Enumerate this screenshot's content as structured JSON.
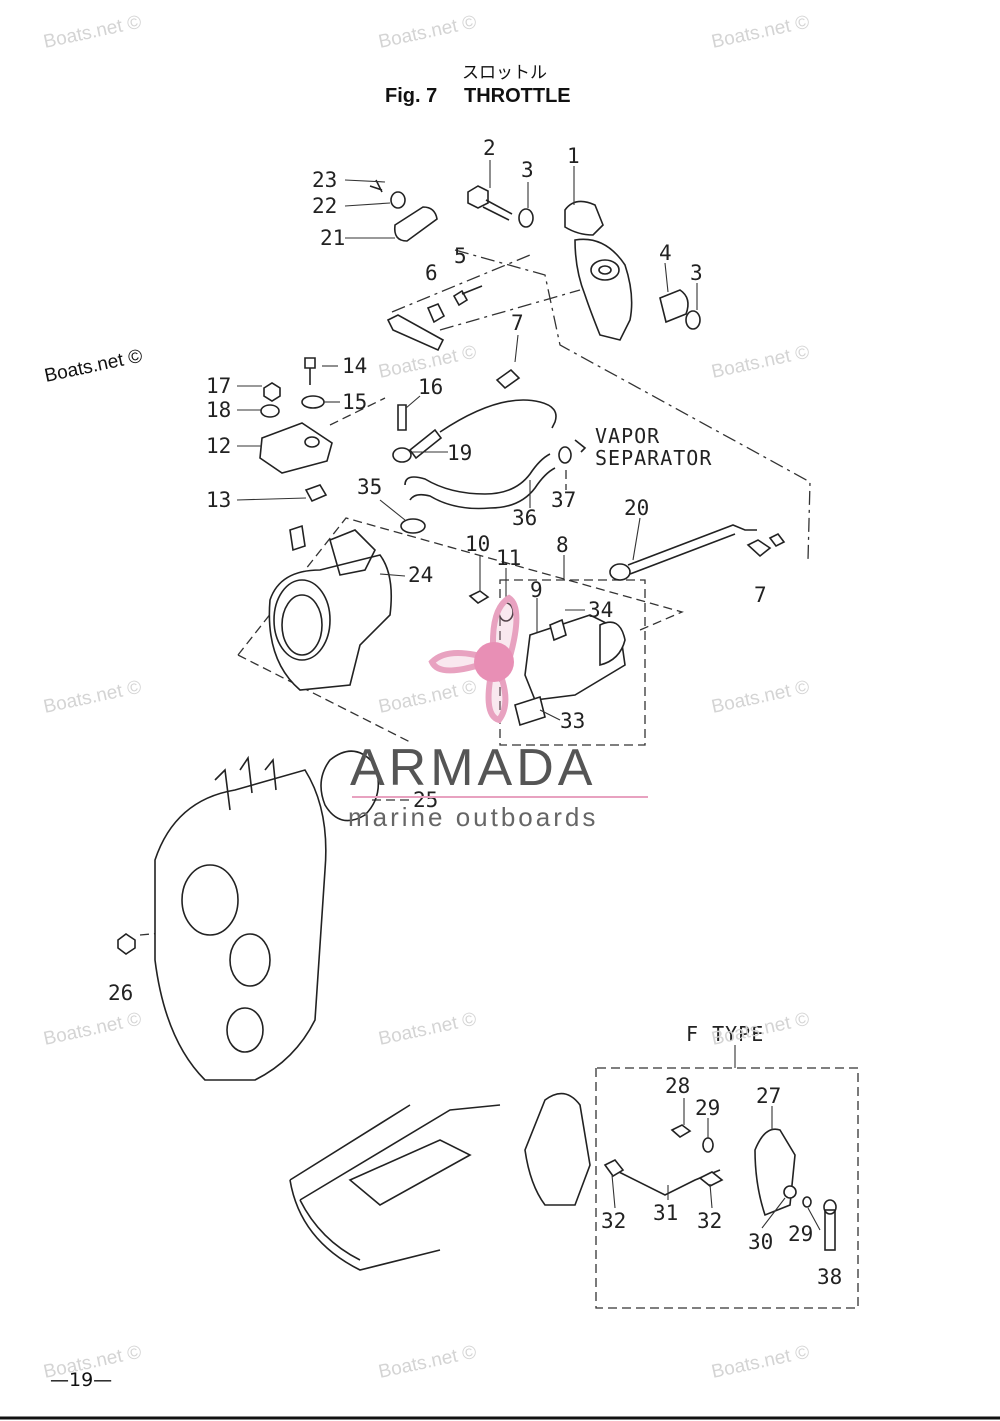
{
  "header": {
    "title_jp": "スロットル",
    "fig_number": "Fig. 7",
    "fig_title": "THROTTLE"
  },
  "callouts": [
    {
      "id": "c2",
      "text": "2"
    },
    {
      "id": "c3a",
      "text": "3"
    },
    {
      "id": "c1",
      "text": "1"
    },
    {
      "id": "c23",
      "text": "23"
    },
    {
      "id": "c22",
      "text": "22"
    },
    {
      "id": "c21",
      "text": "21"
    },
    {
      "id": "c5",
      "text": "5"
    },
    {
      "id": "c6",
      "text": "6"
    },
    {
      "id": "c4",
      "text": "4"
    },
    {
      "id": "c3b",
      "text": "3"
    },
    {
      "id": "c7a",
      "text": "7"
    },
    {
      "id": "c14",
      "text": "14"
    },
    {
      "id": "c17",
      "text": "17"
    },
    {
      "id": "c15",
      "text": "15"
    },
    {
      "id": "c16",
      "text": "16"
    },
    {
      "id": "c18",
      "text": "18"
    },
    {
      "id": "c12",
      "text": "12"
    },
    {
      "id": "c19",
      "text": "19"
    },
    {
      "id": "c13",
      "text": "13"
    },
    {
      "id": "c35",
      "text": "35"
    },
    {
      "id": "c36",
      "text": "36"
    },
    {
      "id": "c37",
      "text": "37"
    },
    {
      "id": "c20",
      "text": "20"
    },
    {
      "id": "c10",
      "text": "10"
    },
    {
      "id": "c11",
      "text": "11"
    },
    {
      "id": "c8",
      "text": "8"
    },
    {
      "id": "c24",
      "text": "24"
    },
    {
      "id": "c9",
      "text": "9"
    },
    {
      "id": "c34",
      "text": "34"
    },
    {
      "id": "c7b",
      "text": "7"
    },
    {
      "id": "c33",
      "text": "33"
    },
    {
      "id": "c25",
      "text": "25"
    },
    {
      "id": "c26",
      "text": "26"
    },
    {
      "id": "c28",
      "text": "28"
    },
    {
      "id": "c29a",
      "text": "29"
    },
    {
      "id": "c27",
      "text": "27"
    },
    {
      "id": "c32a",
      "text": "32"
    },
    {
      "id": "c31",
      "text": "31"
    },
    {
      "id": "c32b",
      "text": "32"
    },
    {
      "id": "c30",
      "text": "30"
    },
    {
      "id": "c29b",
      "text": "29"
    },
    {
      "id": "c38",
      "text": "38"
    }
  ],
  "notes": {
    "vapor_line1": "VAPOR",
    "vapor_line2": "SEPARATOR",
    "f_type": "F TYPE"
  },
  "watermark": {
    "site": "Boats.net ©",
    "brand_name": "ARMADA",
    "brand_tagline": "marine outboards",
    "brand_colors": {
      "logo": "#e8a2c0",
      "logo_hub": "#e88fb5",
      "text": "#555555",
      "rule": "#e8a2c0"
    }
  },
  "footer": {
    "page_number": "—19—"
  }
}
